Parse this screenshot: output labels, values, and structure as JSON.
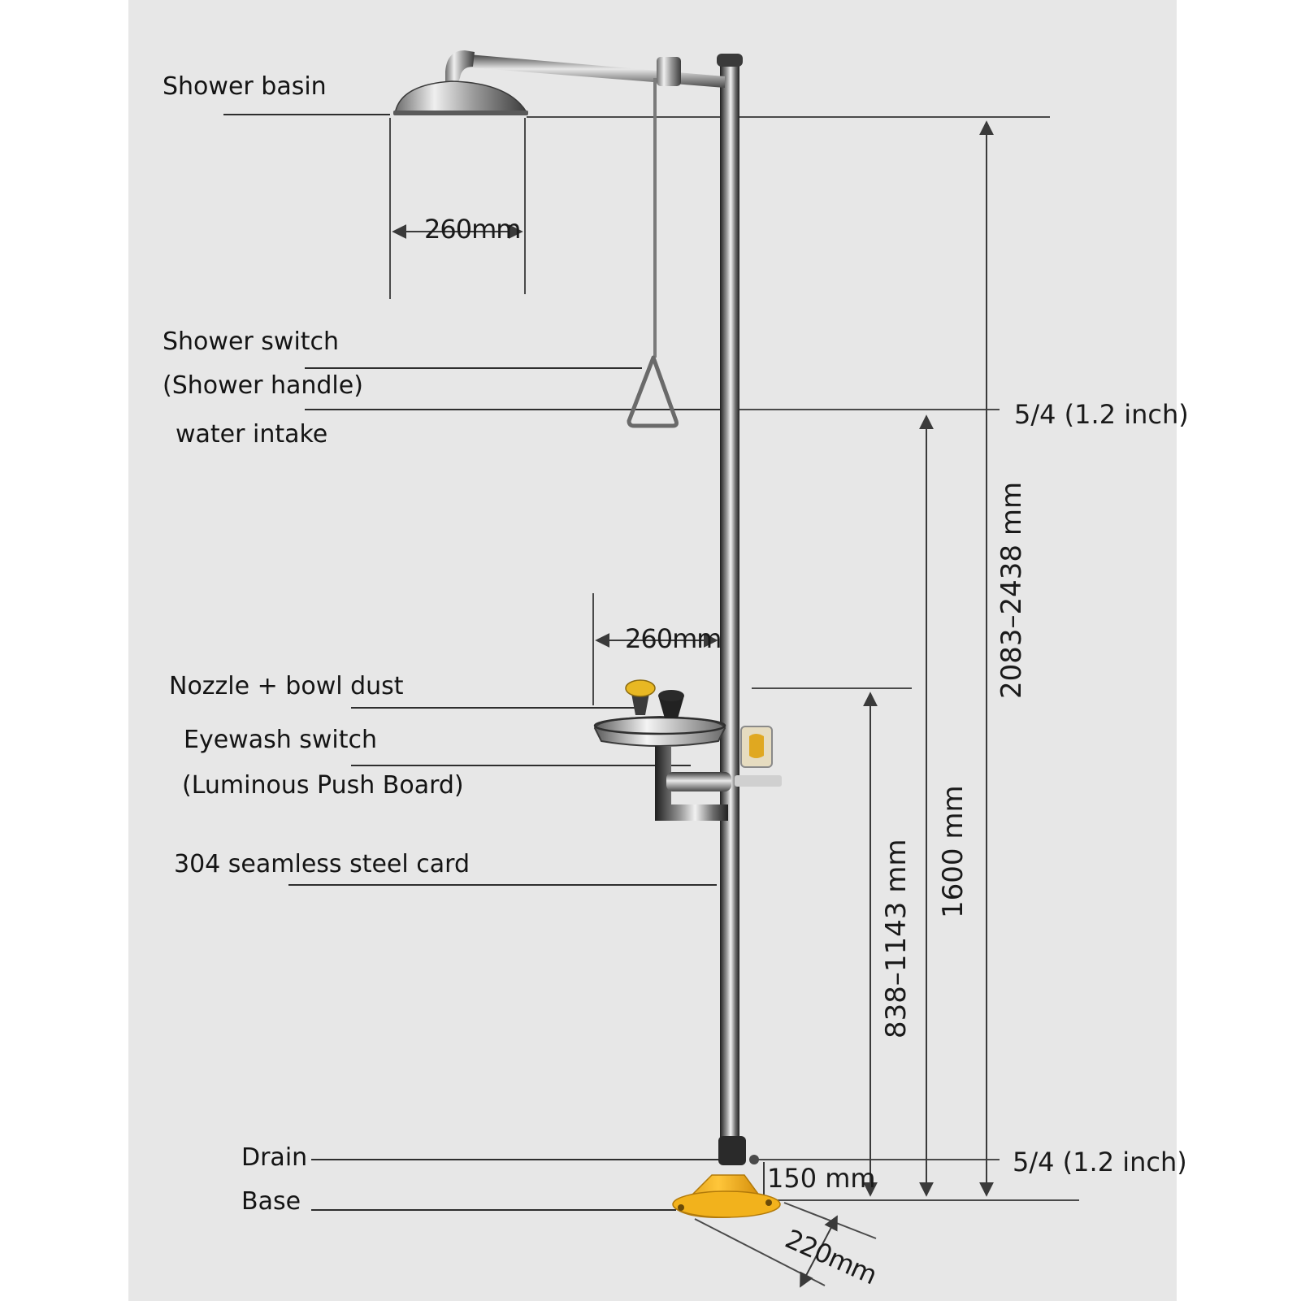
{
  "labels": {
    "shower_basin": "Shower basin",
    "shower_switch": "Shower switch",
    "shower_handle": "(Shower handle)",
    "water_intake": "water intake",
    "nozzle_bowl": "Nozzle + bowl dust",
    "eyewash_switch": "Eyewash switch",
    "push_board": "(Luminous Push Board)",
    "steel_card": "304 seamless steel card",
    "drain": "Drain",
    "base": "Base"
  },
  "dimensions": {
    "shower_diameter": "260mm",
    "bowl_reach": "260mm",
    "total_height": "2083–2438 mm",
    "handle_height": "1600 mm",
    "bowl_height": "838–1143 mm",
    "drain_height": "150 mm",
    "base_diameter": "220mm",
    "inlet_top": "5/4 (1.2 inch)",
    "inlet_bottom": "5/4 (1.2 inch)"
  },
  "colors": {
    "panel": "#e7e7e7",
    "steel": "#8f8f8f",
    "steel_dark": "#2a2a2a",
    "base": "#f2b21c",
    "nozzle": "#e8b823",
    "line": "#3a3a3a"
  }
}
